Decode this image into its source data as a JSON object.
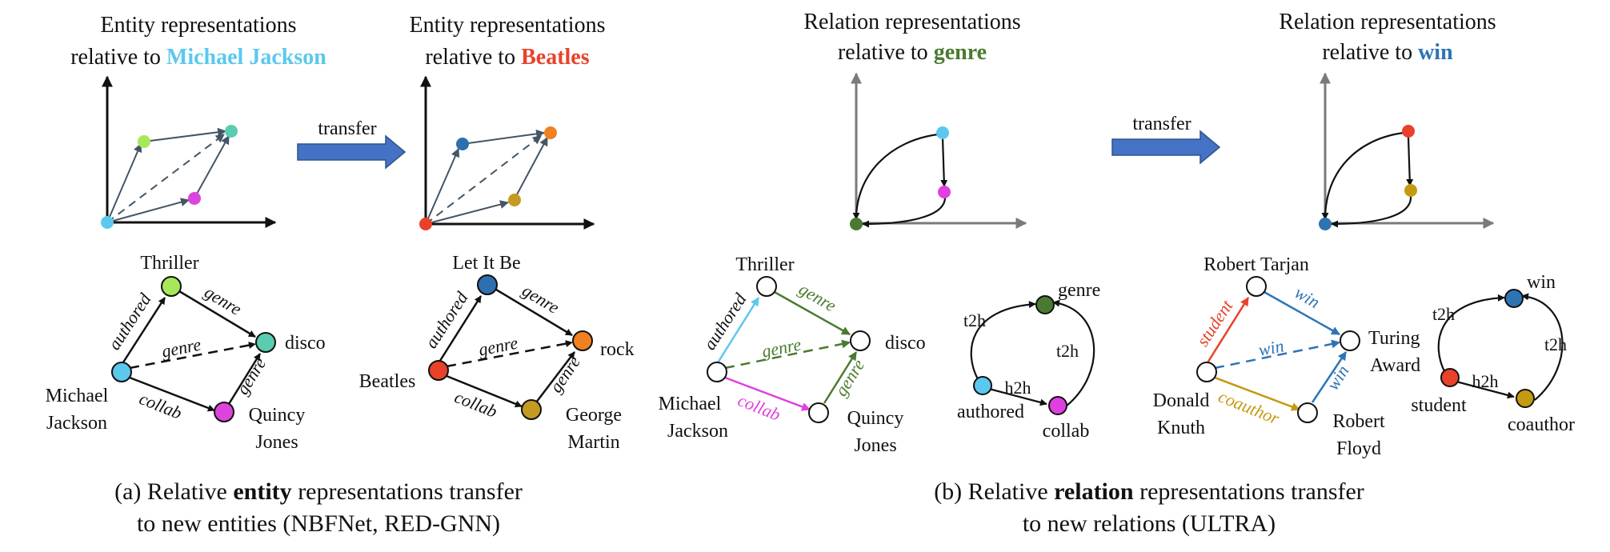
{
  "colors": {
    "michael_jackson": "#5BC8EE",
    "beatles": "#E8422A",
    "genre": "#4A7A30",
    "win": "#2E74B5",
    "authored": "#5BC8EE",
    "collab": "#E040E0",
    "student": "#E8422A",
    "coauthor": "#C59A10",
    "thriller": "#A6E85A",
    "disco": "#5ACDB0",
    "quincy": "#DD44DD",
    "letitbe": "#2E6FB0",
    "rock": "#F08020",
    "martin": "#C49A20",
    "axis": "#111111",
    "axis_gray": "#7a7a7a",
    "arrow_fill": "#4472C4",
    "arrow_edge": "#2F528F",
    "edge_dark": "#445566"
  },
  "panel_a": {
    "title1": {
      "line1": "Entity representations",
      "line2_prefix": "relative to ",
      "line2_highlight": "Michael Jackson"
    },
    "transfer_label": "transfer",
    "title2": {
      "line1": "Entity representations",
      "line2_prefix": "relative to ",
      "line2_highlight": "Beatles"
    },
    "graph1": {
      "nodes": {
        "thriller": "Thriller",
        "disco": "disco",
        "mj_line1": "Michael",
        "mj_line2": "Jackson",
        "qj_line1": "Quincy",
        "qj_line2": "Jones"
      },
      "edges": {
        "authored": "authored",
        "genre_top": "genre",
        "genre_mid": "genre",
        "genre_right": "genre",
        "collab": "collab"
      }
    },
    "graph2": {
      "nodes": {
        "letitbe": "Let It Be",
        "rock": "rock",
        "beatles": "Beatles",
        "gm_line1": "George",
        "gm_line2": "Martin"
      },
      "edges": {
        "authored": "authored",
        "genre_top": "genre",
        "genre_mid": "genre",
        "genre_right": "genre",
        "collab": "collab"
      }
    },
    "caption": {
      "line1_prefix": "(a) Relative ",
      "line1_bold": "entity",
      "line1_suffix": " representations transfer",
      "line2": "to new entities (NBFNet, RED-GNN)"
    }
  },
  "panel_b": {
    "title1": {
      "line1": "Relation representations",
      "line2_prefix": "relative to ",
      "line2_highlight": "genre"
    },
    "transfer_label": "transfer",
    "title2": {
      "line1": "Relation representations",
      "line2_prefix": "relative to ",
      "line2_highlight": "win"
    },
    "graph1": {
      "nodes": {
        "thriller": "Thriller",
        "disco": "disco",
        "mj_line1": "Michael",
        "mj_line2": "Jackson",
        "qj_line1": "Quincy",
        "qj_line2": "Jones"
      },
      "edges": {
        "authored": "authored",
        "genre_top": "genre",
        "genre_mid": "genre",
        "genre_right": "genre",
        "collab": "collab"
      }
    },
    "relgraph1": {
      "nodes": {
        "genre": "genre",
        "authored": "authored",
        "collab": "collab"
      },
      "edges": {
        "t2h_left": "t2h",
        "t2h_right": "t2h",
        "h2h": "h2h"
      }
    },
    "graph2": {
      "nodes": {
        "rt": "Robert Tarjan",
        "ta_line1": "Turing",
        "ta_line2": "Award",
        "dk_line1": "Donald",
        "dk_line2": "Knuth",
        "rf_line1": "Robert",
        "rf_line2": "Floyd"
      },
      "edges": {
        "student": "student",
        "win_top": "win",
        "win_mid": "win",
        "win_right": "win",
        "coauthor": "coauthor"
      }
    },
    "relgraph2": {
      "nodes": {
        "win": "win",
        "student": "student",
        "coauthor": "coauthor"
      },
      "edges": {
        "t2h_left": "t2h",
        "t2h_right": "t2h",
        "h2h": "h2h"
      }
    },
    "caption": {
      "line1_prefix": "(b) Relative ",
      "line1_bold": "relation",
      "line1_suffix": " representations transfer",
      "line2": "to new relations (ULTRA)"
    }
  }
}
